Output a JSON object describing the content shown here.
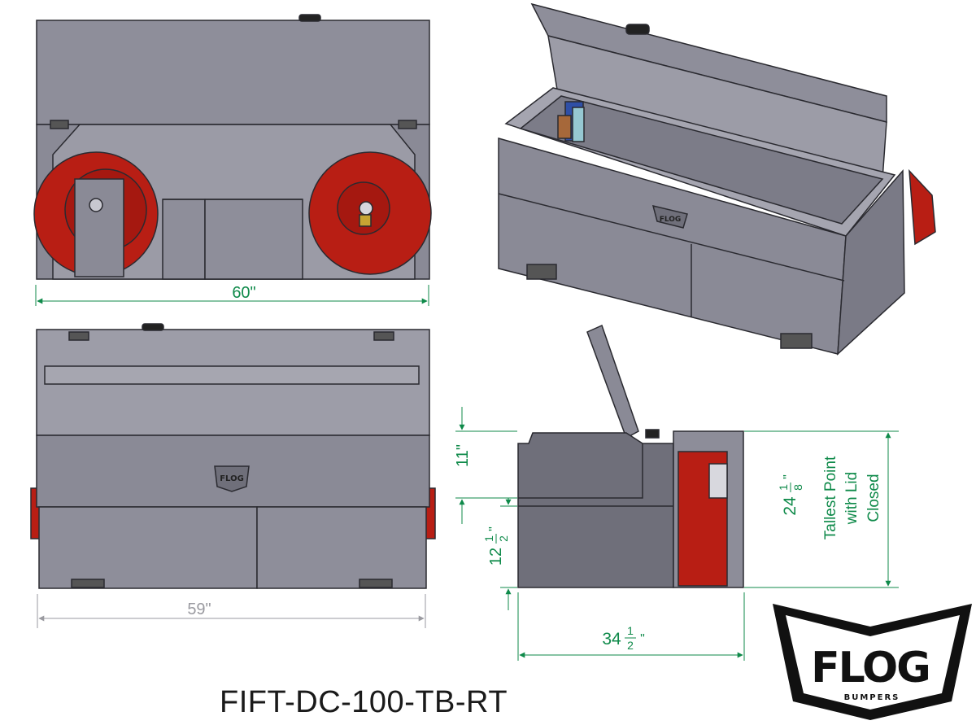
{
  "part_number": "FIFT-DC-100-TB-RT",
  "dimensions": {
    "width_top": "60\"",
    "width_front": "59\"",
    "depth": {
      "whole": "34",
      "num": "1",
      "den": "2",
      "unit": "\""
    },
    "upper_height": "11\"",
    "lower_height": {
      "whole": "12",
      "num": "1",
      "den": "2",
      "unit": "\""
    },
    "tall_height": {
      "whole": "24",
      "num": "1",
      "den": "8",
      "unit": "\""
    },
    "tall_note": [
      "Tallest Point",
      "with Lid",
      "Closed"
    ]
  },
  "logo": {
    "main": "FLOG",
    "sub": "BUMPERS",
    "badge": "FLOG"
  },
  "colors": {
    "body": "#8d8d99",
    "body_light": "#9d9da8",
    "reel": "#b81e14",
    "dimension": "#0f8a4a",
    "grey_dimension": "#9a9aa0"
  }
}
